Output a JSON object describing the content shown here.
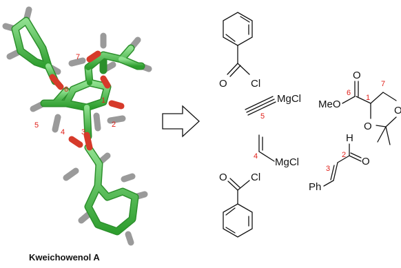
{
  "compound_name": "Kweichowenol A",
  "model_numbers": [
    "7",
    "6",
    "1",
    "2",
    "5",
    "4",
    "3"
  ],
  "fragments": {
    "benzoyl_top": {
      "atom_o": "O",
      "atom_cl": "Cl"
    },
    "alkyne": {
      "reagent": "MgCl",
      "number": "5"
    },
    "vinyl": {
      "reagent": "MgCl",
      "number": "4"
    },
    "benzoyl_bottom": {
      "atom_o": "O",
      "atom_cl": "Cl"
    },
    "ester": {
      "meo": "MeO",
      "atom_o_carbonyl": "O",
      "atom_o_ring1": "O",
      "atom_o_ring2": "O",
      "num_6": "6",
      "num_1": "1",
      "num_7": "7"
    },
    "cinnamaldehyde": {
      "atom_h": "H",
      "atom_o": "O",
      "ph": "Ph",
      "num_2": "2",
      "num_3": "3"
    }
  },
  "colors": {
    "carbon": "#3cbf3c",
    "oxygen": "#d63a2a",
    "hydrogen": "#9a9a9a",
    "label": "#e0201a",
    "bond": "#111111"
  }
}
